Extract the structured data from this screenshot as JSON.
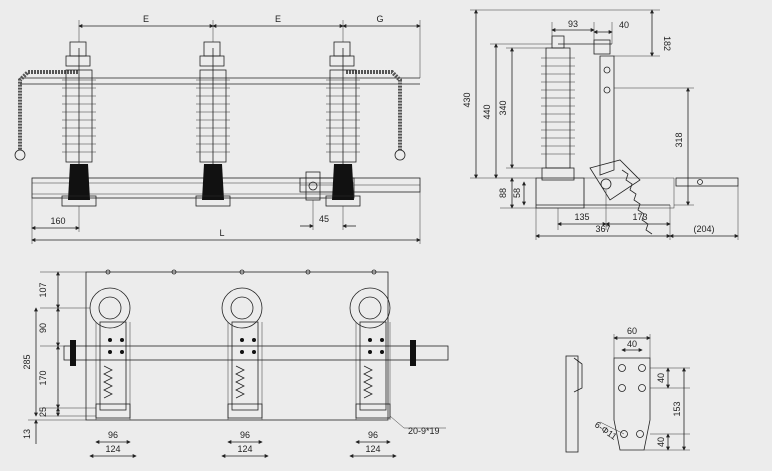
{
  "front_view": {
    "dim_E1": "E",
    "dim_E2": "E",
    "dim_G": "G",
    "dim_160": "160",
    "dim_45": "45",
    "dim_L": "L"
  },
  "side_view": {
    "dim_93": "93",
    "dim_40": "40",
    "dim_182": "182",
    "dim_430": "430",
    "dim_440": "440",
    "dim_340": "340",
    "dim_318": "318",
    "dim_88": "88",
    "dim_58": "58",
    "dim_135": "135",
    "dim_173": "173",
    "dim_367": "367",
    "dim_204": "(204)"
  },
  "top_view": {
    "dim_107": "107",
    "dim_90": "90",
    "dim_285": "285",
    "dim_170": "170",
    "dim_25": "25",
    "dim_13": "13",
    "dim_96": [
      "96",
      "96",
      "96"
    ],
    "dim_124": [
      "124",
      "124",
      "124"
    ],
    "hole_note": "20-9*19"
  },
  "terminal_detail": {
    "dim_60": "60",
    "dim_40_top": "40",
    "dim_40_a": "40",
    "dim_40_b": "40",
    "dim_153": "153",
    "hole_note": "6-Φ11"
  },
  "colors": {
    "background": "#ececec",
    "line": "#222222",
    "insulator_fill": "#9a9a9a",
    "dark_fill": "#111111"
  }
}
